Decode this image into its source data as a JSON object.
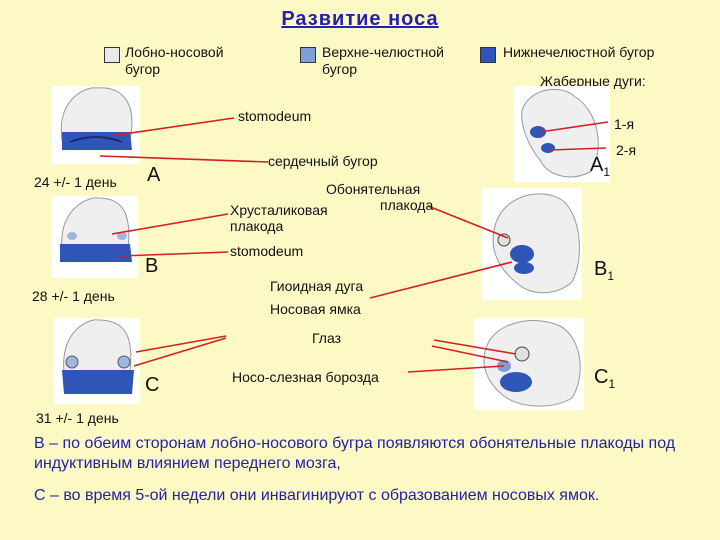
{
  "title": "Развитие носа",
  "legend": {
    "frontonasal_line1": "Лобно-носовой",
    "frontonasal_line2": "бугор",
    "maxillary_line1": "Верхне-челюстной",
    "maxillary_line2": "бугор",
    "mandibular": "Нижнечелюстной бугор",
    "branchial": "Жаберные дуги:"
  },
  "colors": {
    "background": "#fdf9c4",
    "title": "#2222aa",
    "tissue": "#f2f2f2",
    "mandibular": "#2f55b8",
    "maxillary": "#7f9fd6",
    "pointer": "#d42020",
    "note": "#2222aa"
  },
  "labels": {
    "stomodeum_top": "stomodeum",
    "arch1": "1-я",
    "arch2": "2-я",
    "heart": "сердечный бугор",
    "day24": "24 +/- 1 день",
    "letterA": "А",
    "letterA1": "А",
    "sub1": "1",
    "olfactory_line1": "Обонятельная",
    "olfactory_line2": "плакода",
    "lens_line1": "Хрусталиковая",
    "lens_line2": "плакода",
    "stomodeum_mid": "stomodeum",
    "letterB": "В",
    "letterB1": "В",
    "hyoid": "Гиоидная дуга",
    "day28": "28 +/- 1 день",
    "nasal_pit": "Носовая ямка",
    "eye": "Глаз",
    "nasolacrimal": "Носо-слезная борозда",
    "letterC": "С",
    "letterC1": "С",
    "day31": "31 +/- 1 день"
  },
  "notes": {
    "b": "В – по обеим сторонам лобно-носового бугра появляются обонятельные плакоды под индуктивным влиянием переднего мозга,",
    "c": "С – во время 5-ой недели они инвагинируют с образованием носовых ямок."
  }
}
